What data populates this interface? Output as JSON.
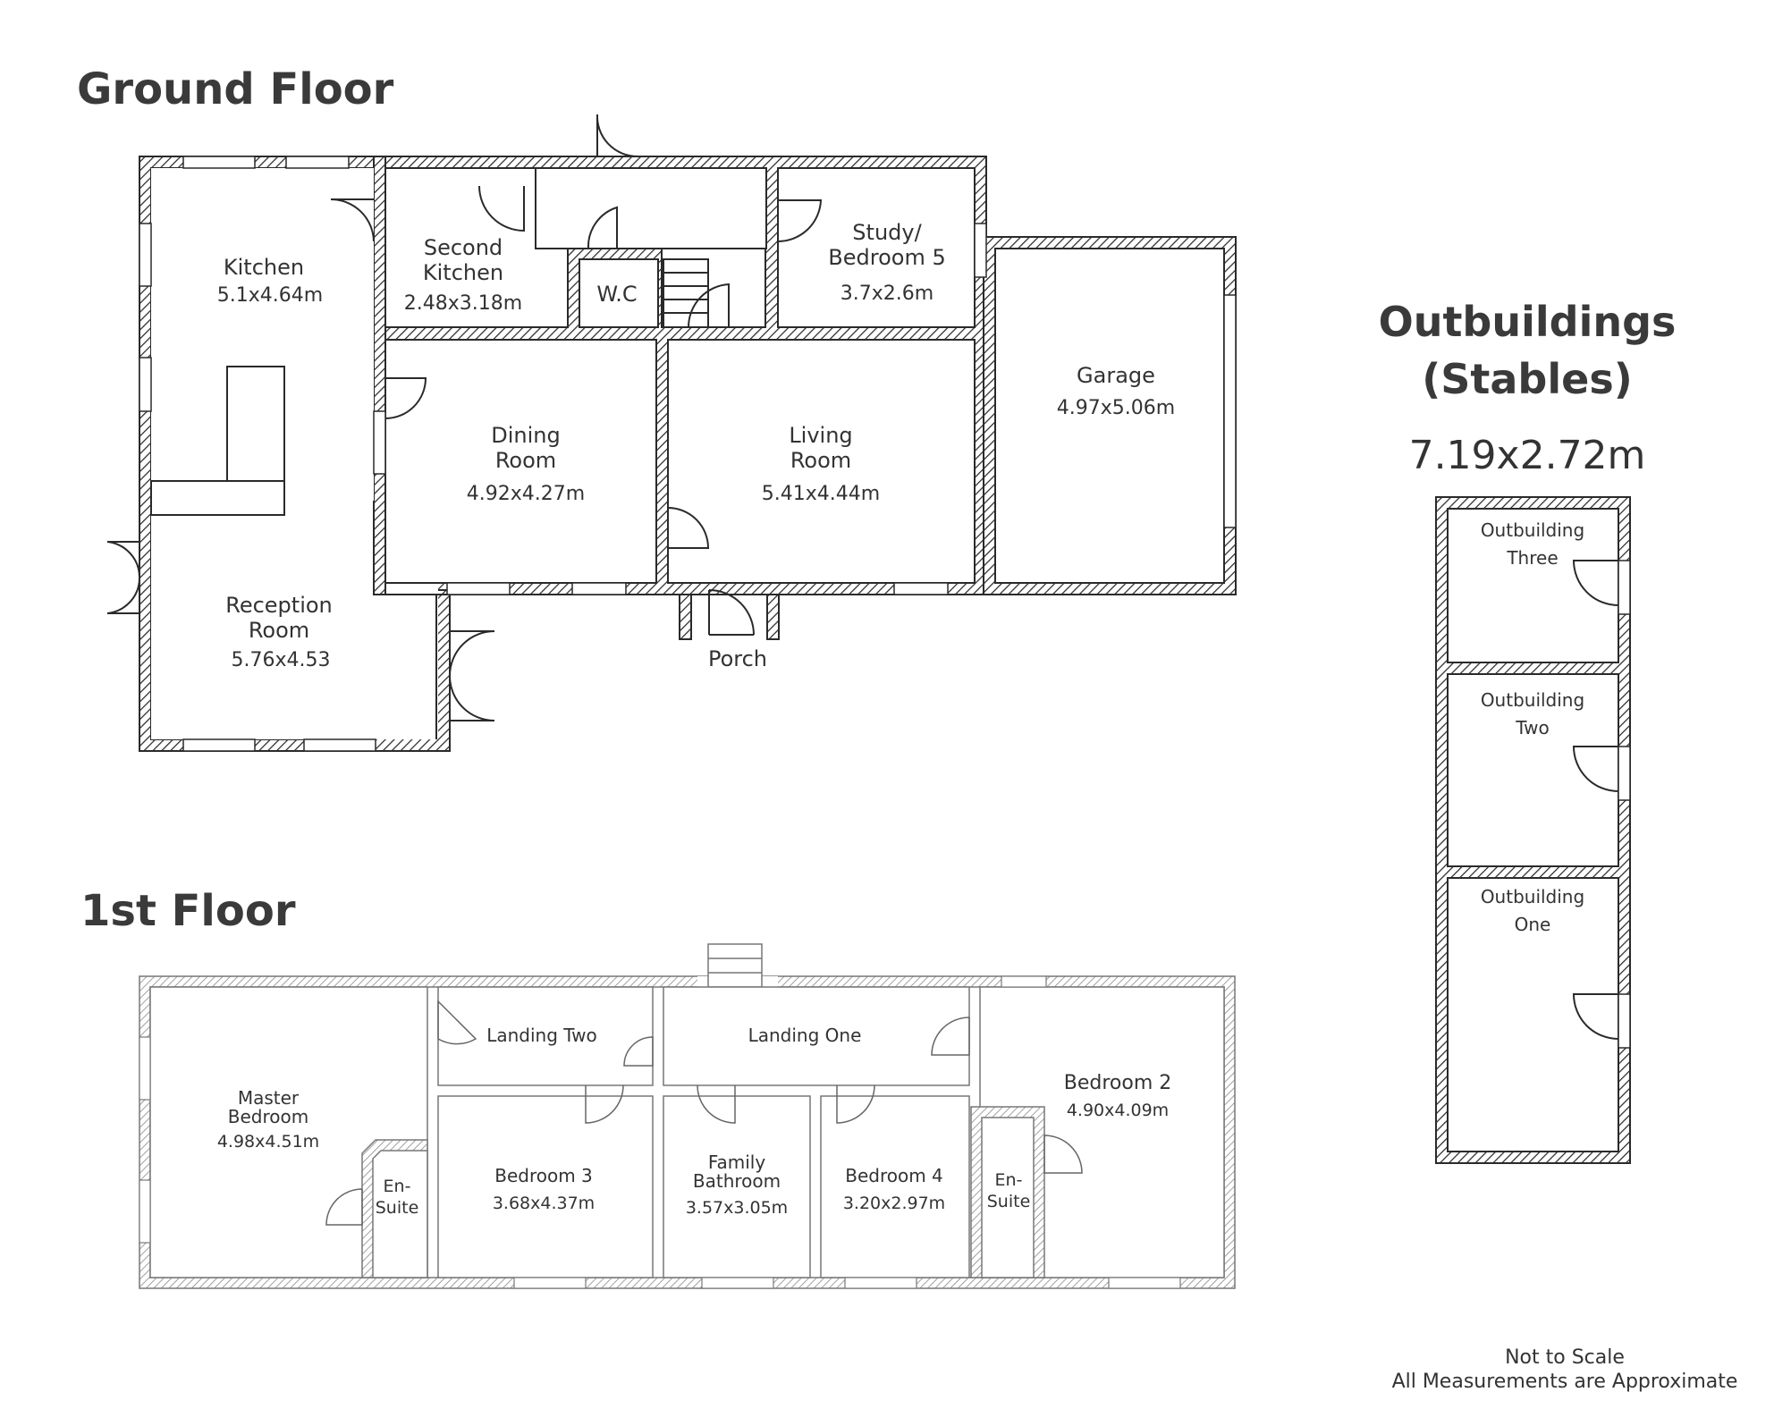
{
  "headings": {
    "ground_floor": "Ground Floor",
    "first_floor": "1st Floor",
    "outbuildings_line1": "Outbuildings",
    "outbuildings_line2": "(Stables)",
    "outbuildings_dim": "7.19x2.72m"
  },
  "ground_floor": {
    "kitchen": {
      "name": "Kitchen",
      "dim": "5.1x4.64m"
    },
    "second_kitchen": {
      "name_line1": "Second",
      "name_line2": "Kitchen",
      "dim": "2.48x3.18m"
    },
    "wc": {
      "name": "W.C"
    },
    "study": {
      "name_line1": "Study/",
      "name_line2": "Bedroom 5",
      "dim": "3.7x2.6m"
    },
    "garage": {
      "name": "Garage",
      "dim": "4.97x5.06m"
    },
    "dining": {
      "name_line1": "Dining",
      "name_line2": "Room",
      "dim": "4.92x4.27m"
    },
    "living": {
      "name_line1": "Living",
      "name_line2": "Room",
      "dim": "5.41x4.44m"
    },
    "reception": {
      "name_line1": "Reception",
      "name_line2": "Room",
      "dim": "5.76x4.53"
    },
    "porch": {
      "name": "Porch"
    }
  },
  "first_floor": {
    "master": {
      "name_line1": "Master",
      "name_line2": "Bedroom",
      "dim": "4.98x4.51m"
    },
    "ensuite_1": {
      "name_line1": "En-",
      "name_line2": "Suite"
    },
    "landing_two": {
      "name": "Landing Two"
    },
    "landing_one": {
      "name": "Landing One"
    },
    "bedroom3": {
      "name": "Bedroom 3",
      "dim": "3.68x4.37m"
    },
    "family_bathroom": {
      "name_line1": "Family",
      "name_line2": "Bathroom",
      "dim": "3.57x3.05m"
    },
    "bedroom4": {
      "name": "Bedroom 4",
      "dim": "3.20x2.97m"
    },
    "ensuite_2": {
      "name_line1": "En-",
      "name_line2": "Suite"
    },
    "bedroom2": {
      "name": "Bedroom 2",
      "dim": "4.90x4.09m"
    }
  },
  "outbuildings": {
    "three": {
      "name_line1": "Outbuilding",
      "name_line2": "Three"
    },
    "two": {
      "name_line1": "Outbuilding",
      "name_line2": "Two"
    },
    "one": {
      "name_line1": "Outbuilding",
      "name_line2": "One"
    }
  },
  "notes": {
    "line1": "Not to Scale",
    "line2": "All Measurements are Approximate"
  }
}
